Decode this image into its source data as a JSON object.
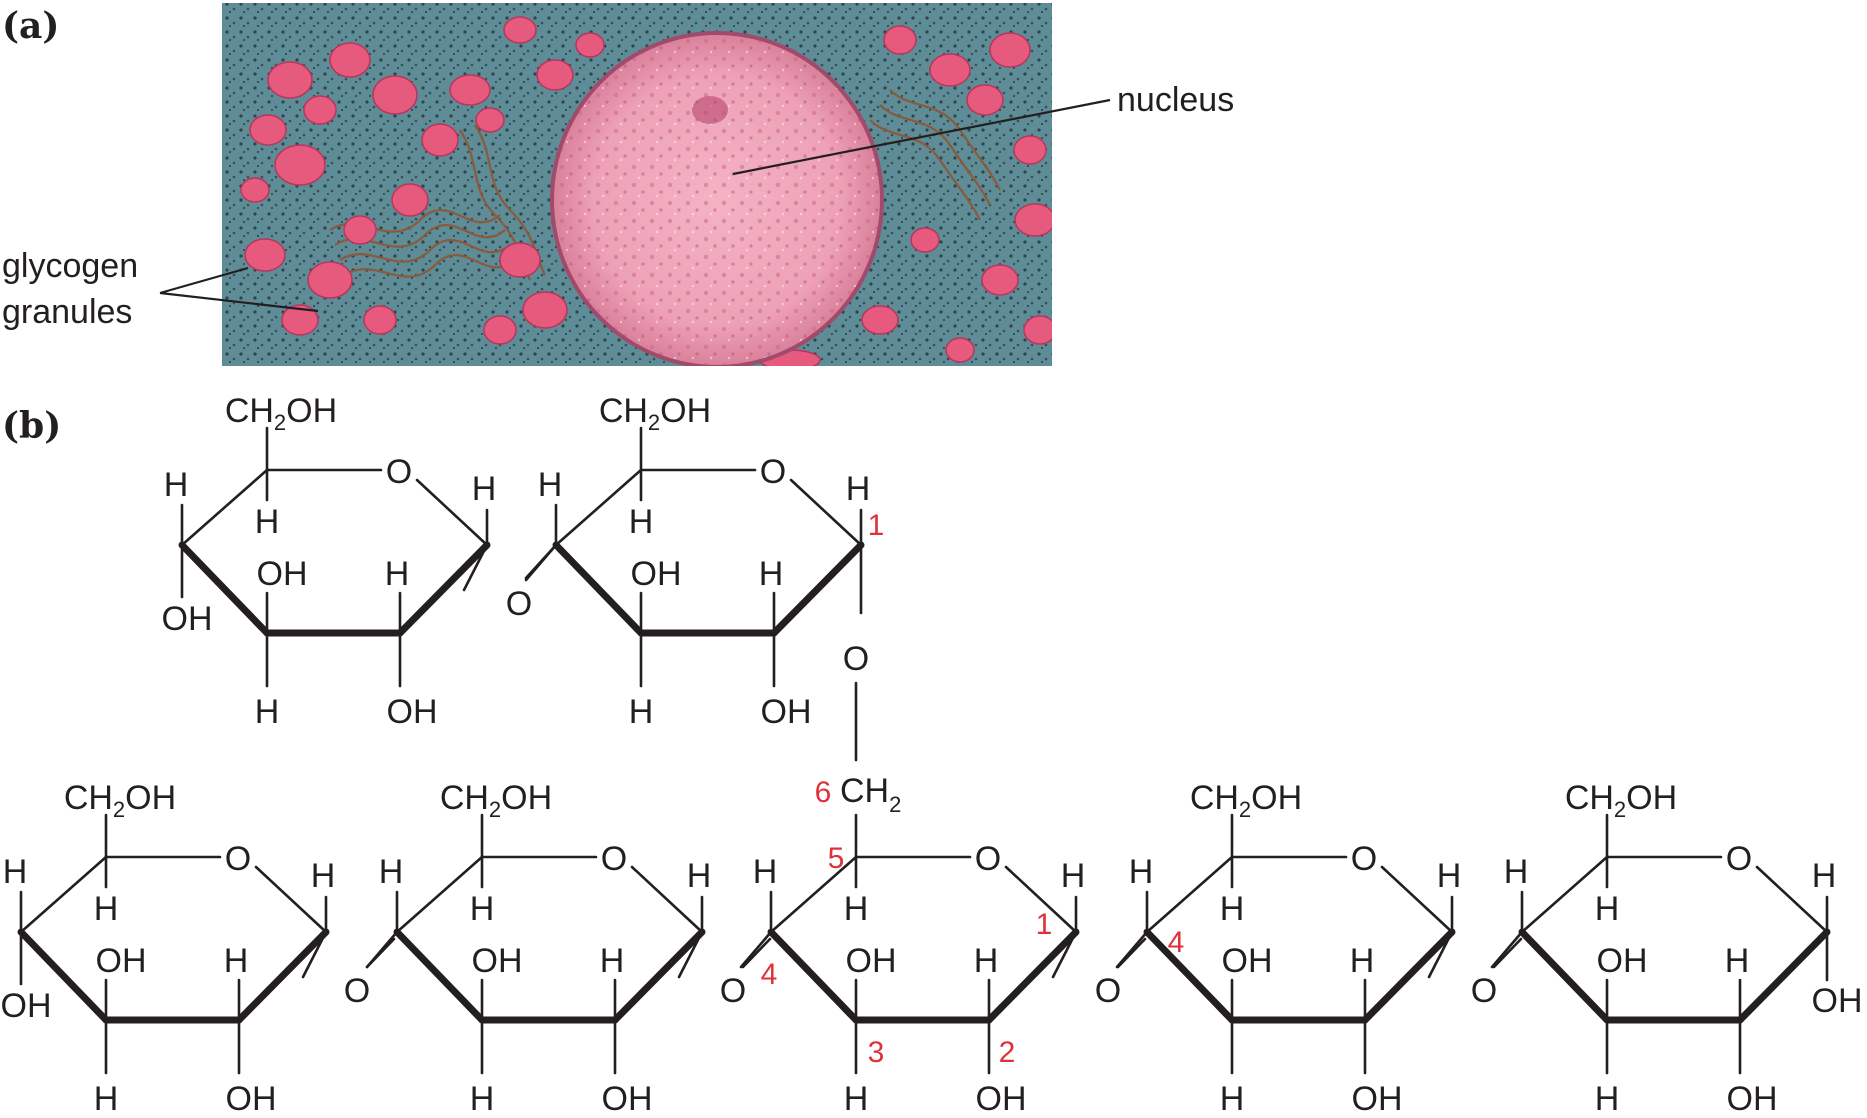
{
  "panel_labels": {
    "a": "(a)",
    "b": "(b)"
  },
  "micrograph": {
    "labels": {
      "nucleus": "nucleus",
      "glycogen_line1": "glycogen",
      "glycogen_line2": "granules"
    },
    "colors": {
      "background": "#5e8c97",
      "organelle": "#e55a7d",
      "nucleus": "#f2a9bd",
      "membrane": "#8a5a3a"
    }
  },
  "structure": {
    "atoms": {
      "O": "O",
      "H": "H",
      "OH": "OH",
      "CH2OH_pre": "CH",
      "CH2OH_sub": "2",
      "CH2OH_post": "OH",
      "CH2_pre": "CH",
      "CH2_sub": "2"
    },
    "carbon_numbers": {
      "c1": "1",
      "c2": "2",
      "c3": "3",
      "c4": "4",
      "c5": "5",
      "c6": "6"
    },
    "number_color": "#e0313a"
  }
}
